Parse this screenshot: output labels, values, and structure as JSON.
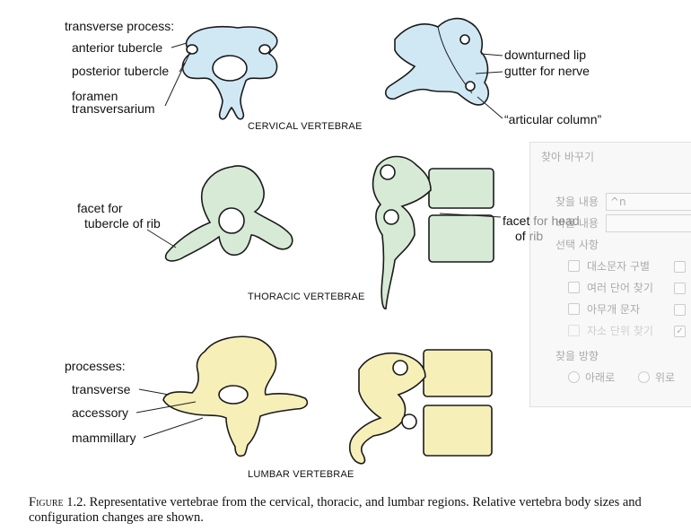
{
  "cervical": {
    "heading": "transverse process:",
    "anterior_tubercle": "anterior tubercle",
    "posterior_tubercle": "posterior tubercle",
    "foramen_line1": "foramen",
    "foramen_line2": "transversarium",
    "downturned_lip": "downturned lip",
    "gutter_for_nerve": "gutter for nerve",
    "articular_column": "“articular column”",
    "title": "CERVICAL VERTEBRAE"
  },
  "thoracic": {
    "facet_tubercle_line1": "facet for",
    "facet_tubercle_line2": "tubercle of rib",
    "facet_head_line1": "facet for head",
    "facet_head_line2": "of rib",
    "title": "THORACIC VERTEBRAE"
  },
  "lumbar": {
    "processes": "processes:",
    "transverse": "transverse",
    "accessory": "accessory",
    "mammillary": "mammillary",
    "title": "LUMBAR VERTEBRAE"
  },
  "colors": {
    "cervical_fill": "#cfe8f4",
    "thoracic_fill": "#d6ead6",
    "lumbar_fill": "#f6efb8",
    "outline": "#1a1a1a"
  },
  "find_replace_dialog": {
    "title": "찾아 바꾸기",
    "find_label": "찾을 내용",
    "find_value": "^n",
    "replace_label": "바꿀 내용",
    "replace_value": "",
    "options_header": "선택 사항",
    "option_match_case": "대소문자 구별",
    "option_multi_words": "여러 단어 찾기",
    "option_any_char": "아무개 문자",
    "option_whole_word": "자소 단위 찾기",
    "direction_header": "찾을 방향",
    "direction_down": "아래로",
    "direction_up": "위로"
  },
  "caption": {
    "prefix": "Figure 1.2.",
    "text": "Representative vertebrae from the cervical, thoracic, and lumbar regions. Relative vertebra body sizes and configuration changes are shown."
  }
}
